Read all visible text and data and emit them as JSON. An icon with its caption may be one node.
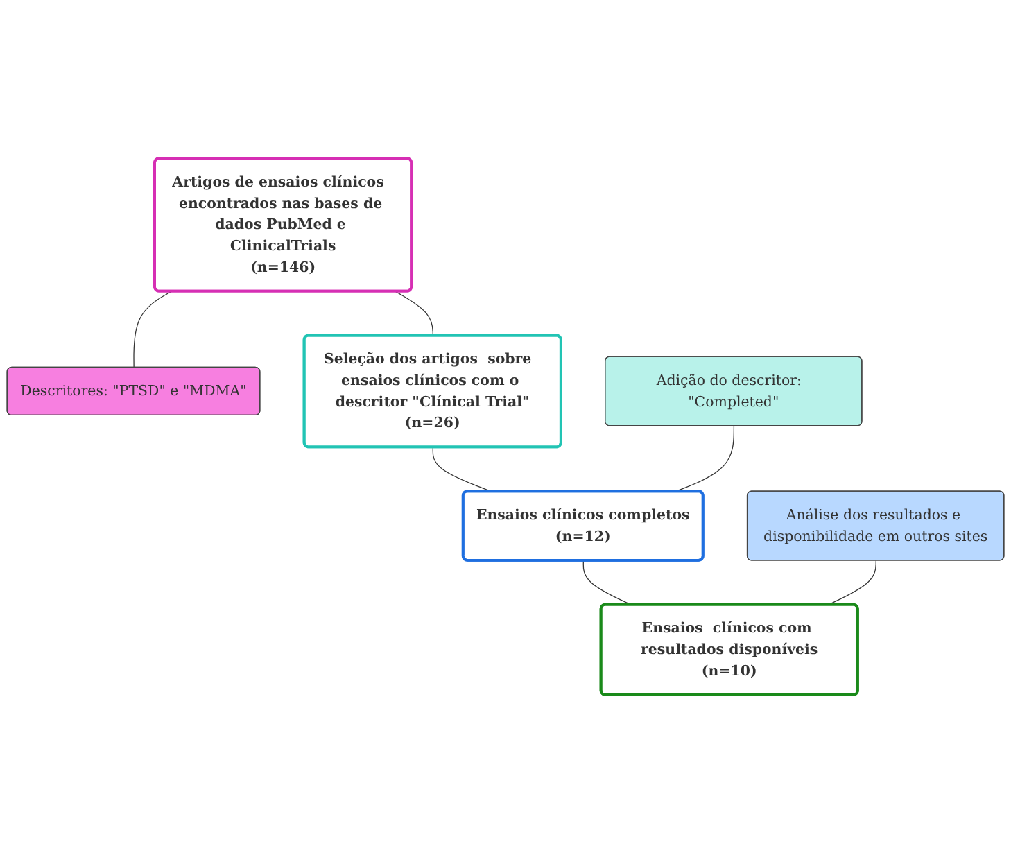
{
  "diagram": {
    "nodes": [
      {
        "text": [
          "Artigos de ensaios clínicos  encontrados nas bases de dados PubMed e ClinicalTrials",
          "(n=146)"
        ]
      },
      {
        "text": [
          "Descritores: \"PTSD\" e \"MDMA\""
        ]
      },
      {
        "text": [
          "Seleção dos artigos  sobre  ensaios clínicos com o descritor \"Clínical Trial\"",
          "(n=26)"
        ]
      },
      {
        "text": [
          "Adição do descritor:  \"Completed\""
        ]
      },
      {
        "text": [
          "Ensaios clínicos completos",
          "(n=12)"
        ]
      },
      {
        "text": [
          "Análise dos resultados e disponibilidade em outros sites"
        ]
      },
      {
        "text": [
          "Ensaios  clínicos com resultados disponíveis",
          "(n=10)"
        ]
      }
    ],
    "edges": [
      {
        "from": 0,
        "to": 1,
        "arrow": "none"
      },
      {
        "from": 0,
        "to": 2,
        "arrow": "none"
      },
      {
        "from": 2,
        "to": 4,
        "arrow": "none"
      },
      {
        "from": 3,
        "to": 4,
        "arrow": "none"
      },
      {
        "from": 4,
        "to": 6,
        "arrow": "none"
      },
      {
        "from": 5,
        "to": 6,
        "arrow": "none"
      }
    ]
  }
}
